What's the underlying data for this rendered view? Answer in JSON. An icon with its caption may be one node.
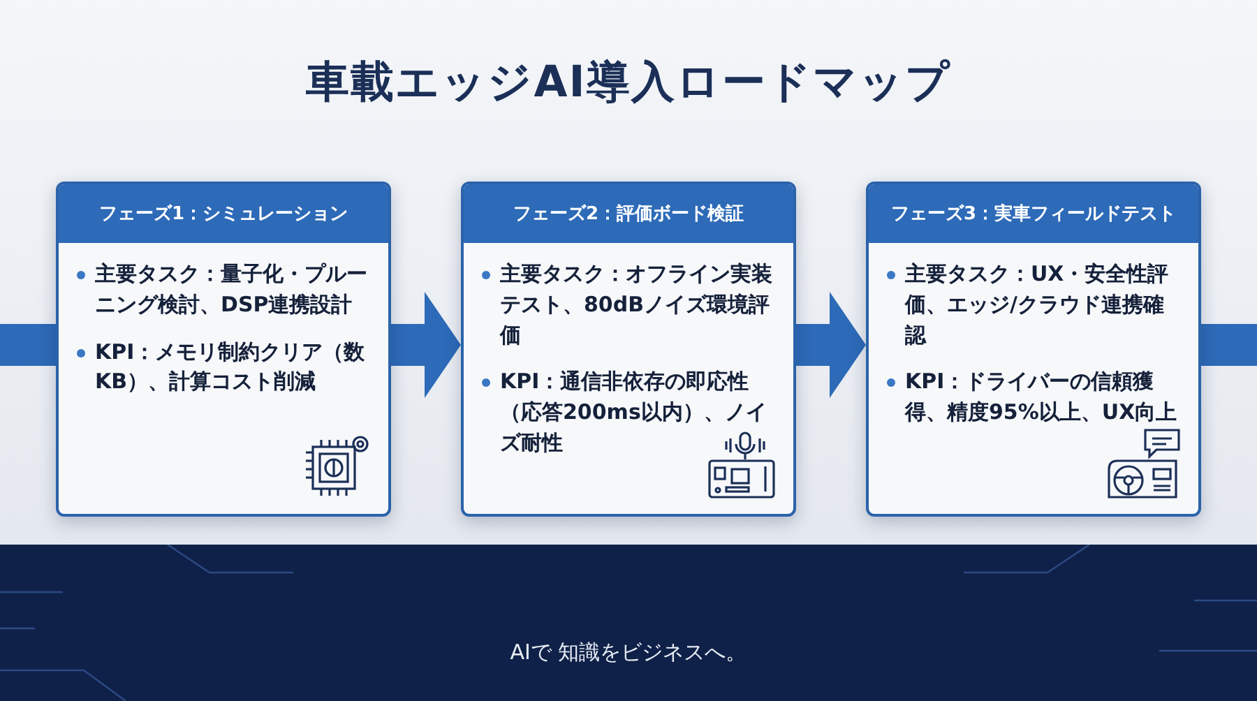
{
  "diagram": {
    "title": "車載エッジAI導入ロードマップ",
    "nodes": [
      {
        "text": [
          "フェーズ1：シミュレーション",
          "主要タスク：量子化・プルーニング検討、DSP連携設計",
          "KPI：メモリ制約クリア（数KB）、計算コスト削減"
        ]
      },
      {
        "text": [
          "フェーズ2：評価ボード検証",
          "主要タスク：オフライン実装テスト、80dBノイズ環境評価",
          "KPI：通信非依存の即応性（応答200ms以内）、ノイズ耐性"
        ]
      },
      {
        "text": [
          "フェーズ3：実車フィールドテスト",
          "主要タスク：UX・安全性評価、エッジ/クラウド連携確認",
          "KPI：ドライバーの信頼獲得、精度95%以上、UX向上"
        ]
      }
    ],
    "edges": [
      {
        "from": 0,
        "to": 1,
        "arrow": "to"
      },
      {
        "from": 1,
        "to": 2,
        "arrow": "to"
      }
    ],
    "labels": [
      "AIで 知識をビジネスへ。"
    ]
  }
}
